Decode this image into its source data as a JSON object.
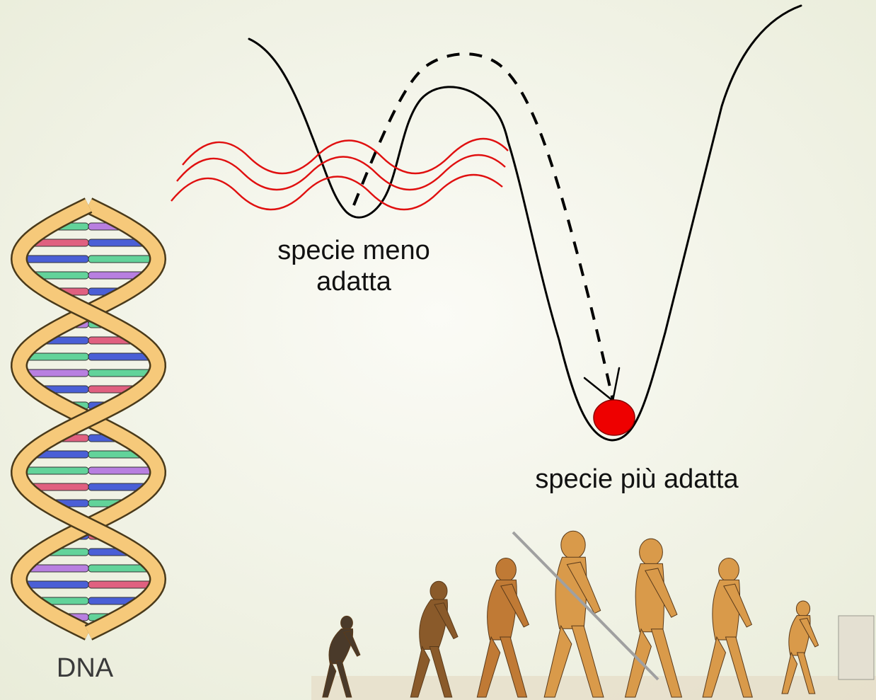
{
  "labels": {
    "less_fit": "specie meno\nadatta",
    "less_fit_line1": "specie meno",
    "less_fit_line2": "adatta",
    "more_fit": "specie più adatta",
    "dna": "DNA"
  },
  "colors": {
    "background": "#f2f3ea",
    "curve": "#000000",
    "waves": "#e01010",
    "ball": "#ee0000",
    "helix_strand": "#f6c97a",
    "helix_outline": "#4a3a1a",
    "base_purple": "#b87fe0",
    "base_green": "#62d39a",
    "base_blue": "#4a5fd6",
    "base_pink": "#e06080",
    "skin": "#d99a4a",
    "ape": "#4a3a2a"
  },
  "icons": {
    "dna": "dna-double-helix-icon",
    "evolution": "human-evolution-march-illustration",
    "ball": "red-ball-marker"
  }
}
